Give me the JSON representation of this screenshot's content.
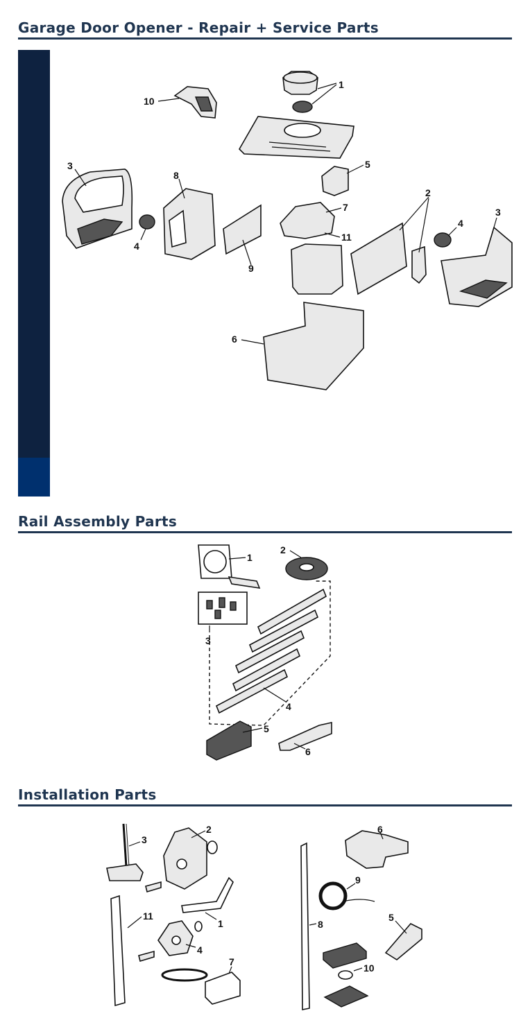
{
  "sections": {
    "opener_title": "Garage Door Opener - Repair + Service Parts",
    "rail_title": "Rail Assembly Parts",
    "install_title": "Installation Parts"
  },
  "opener_callouts": [
    "1",
    "10",
    "3",
    "8",
    "5",
    "2",
    "3",
    "7",
    "4",
    "4",
    "11",
    "9",
    "6"
  ],
  "rail_callouts": [
    "1",
    "2",
    "3",
    "4",
    "5",
    "6"
  ],
  "install_callouts": [
    "3",
    "2",
    "1",
    "11",
    "4",
    "7",
    "6",
    "9",
    "8",
    "5",
    "10"
  ]
}
